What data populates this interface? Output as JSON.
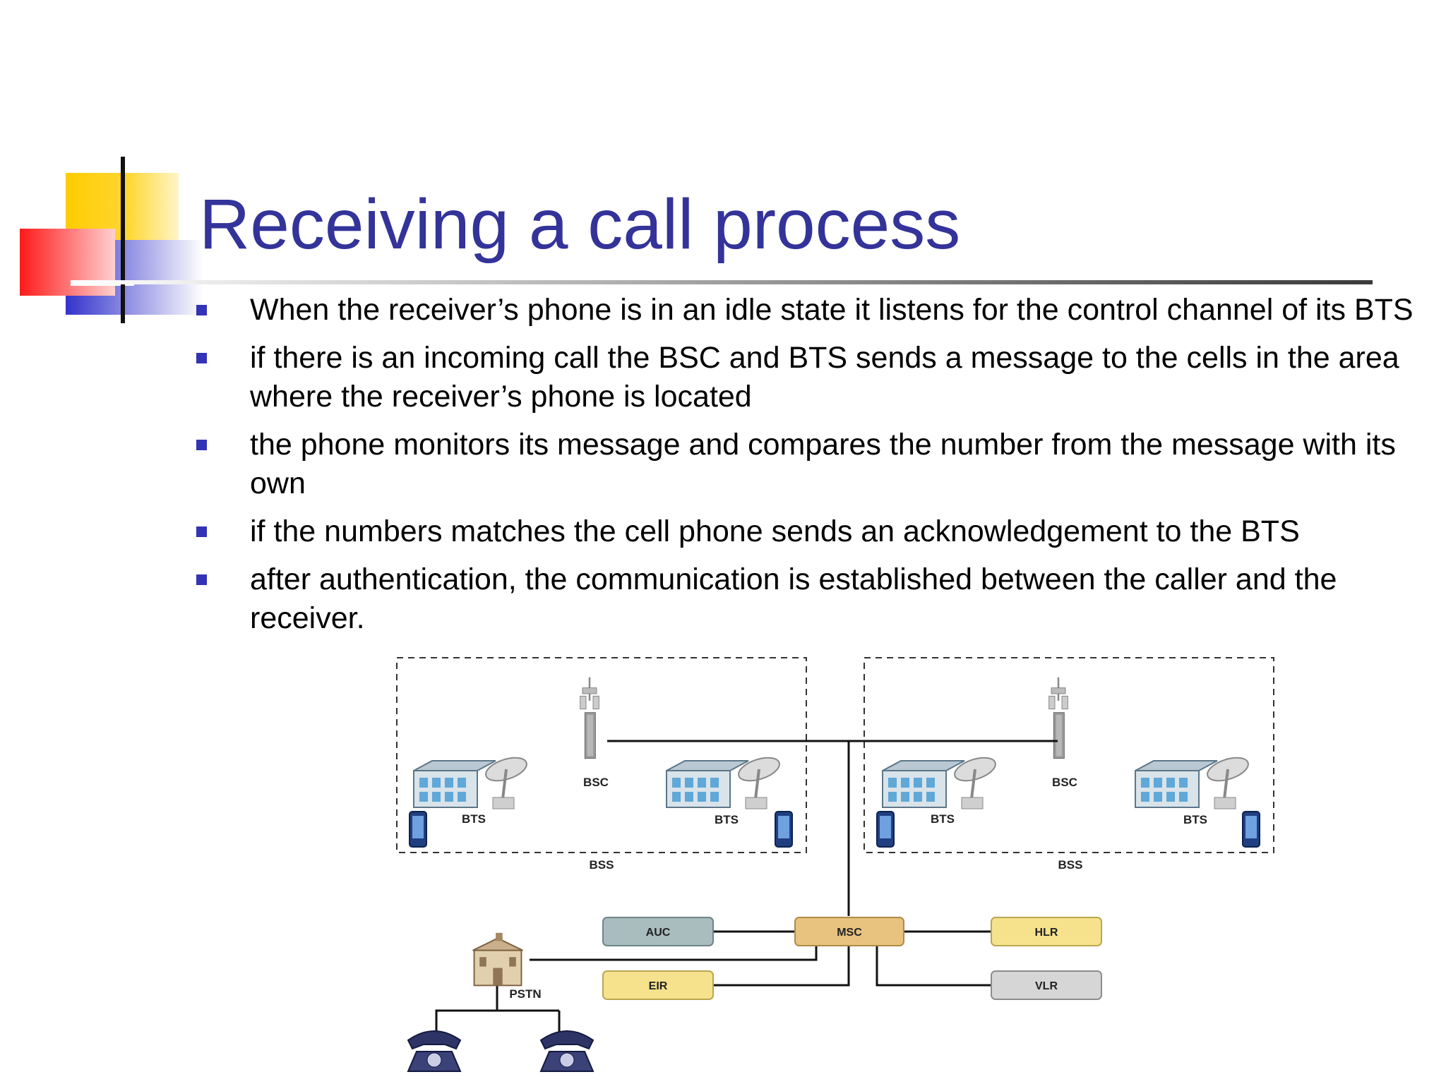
{
  "slide": {
    "title": "Receiving a call process",
    "bullets": [
      "When the receiver’s phone is in an idle state it listens for the control channel of its BTS",
      "if there is an incoming call the BSC and BTS sends a message to the cells in the area where the receiver’s phone is located",
      "the phone monitors its message and compares the number from the message with its own",
      "if the numbers matches the cell phone sends an acknowledgement to the BTS",
      "after authentication, the communication is established between the caller and the receiver."
    ]
  },
  "diagram": {
    "left_bss": {
      "bsc": "BSC",
      "bts_left": "BTS",
      "bts_right": "BTS",
      "label": "BSS"
    },
    "right_bss": {
      "bsc": "BSC",
      "bts_left": "BTS",
      "bts_right": "BTS",
      "label": "BSS"
    },
    "core": {
      "auc": "AUC",
      "msc": "MSC",
      "hlr": "HLR",
      "eir": "EIR",
      "vlr": "VLR",
      "pstn": "PSTN"
    }
  },
  "colors": {
    "title": "#33339a",
    "bullet_marker": "#3333b5",
    "logo_yellow": "#ffcc00",
    "logo_red": "#ff2020",
    "logo_blue": "#3333cc",
    "msc_box": "#e8c37f",
    "hlr_box": "#f6e28c",
    "eir_box": "#f6e28c",
    "auc_box": "#a9bcbe",
    "vlr_box": "#d6d6d6"
  }
}
